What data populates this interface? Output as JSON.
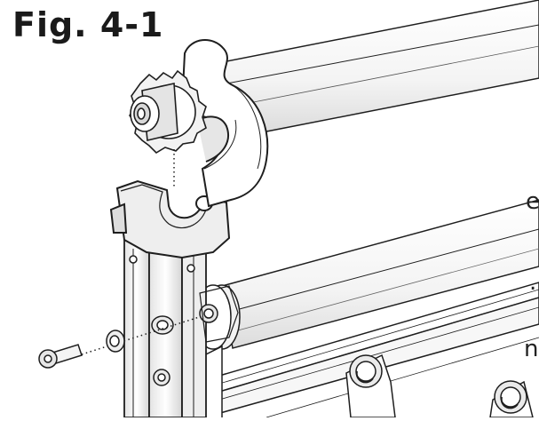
{
  "figure": {
    "title": "Fig. 4-1",
    "edge_text": [
      "e",
      ".",
      "n"
    ]
  },
  "colors": {
    "line": "#1e1e1e",
    "shade": "#d9d9d9",
    "light": "#eeeeee",
    "background": "#ffffff"
  },
  "parts": [
    "gear-icon",
    "roller-arm",
    "mount-bracket",
    "support-post",
    "roller-tube",
    "base-frame",
    "bolt",
    "washer",
    "screw-hole"
  ]
}
